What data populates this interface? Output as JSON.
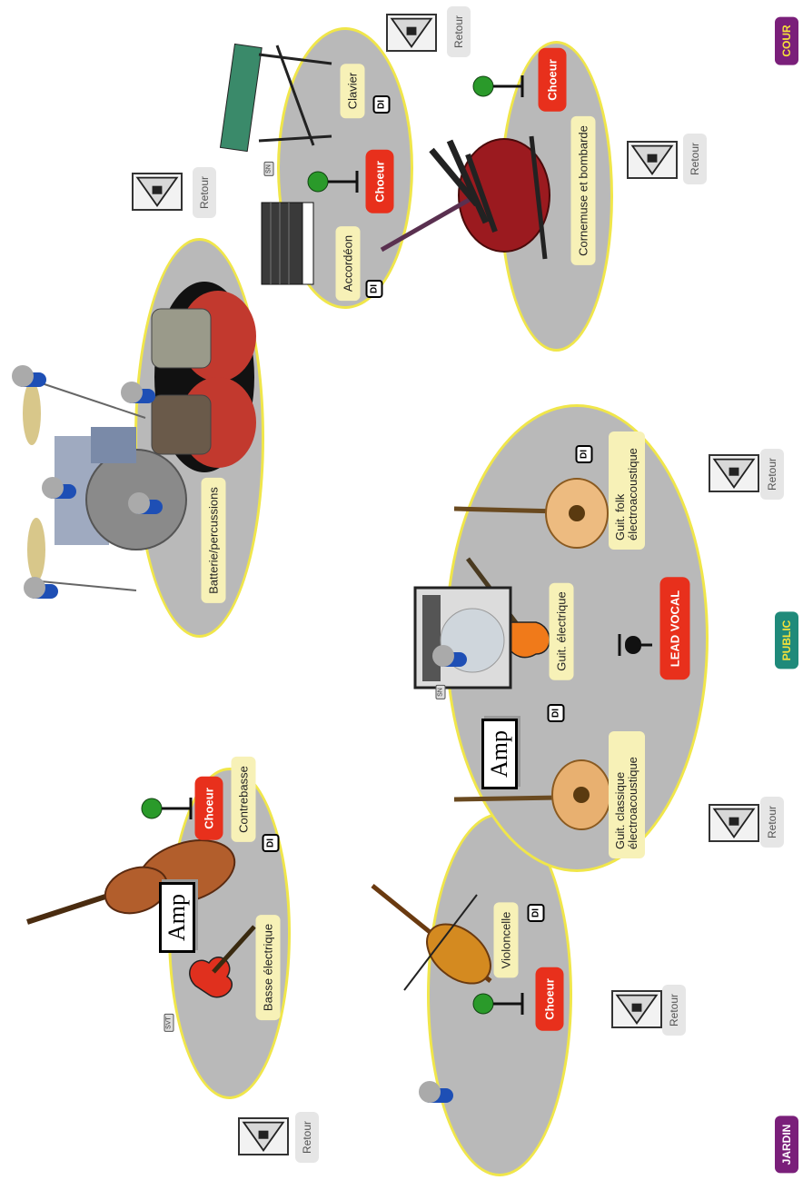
{
  "sides": {
    "jardin": "JARDIN",
    "cour": "COUR",
    "public": "PUBLIC"
  },
  "colors": {
    "zone_fill": "#b9b9b9",
    "zone_border": "#f0e64a",
    "label_bg": "#f7f1b7",
    "choeur_bg": "#e8301c",
    "side_bg": "#7a1f7a",
    "public_bg": "#1f8a7a"
  },
  "zones": {
    "basse": {
      "instrument1": "Basse électrique",
      "instrument2": "Contrebasse",
      "choeur": "Choeur",
      "di": "DI",
      "amp": "Amp",
      "amp_model": "SVT"
    },
    "batterie": {
      "instrument": "Batterie/percussions"
    },
    "clavier": {
      "accordion": "Accordéon",
      "keyboard": "Clavier",
      "choeur": "Choeur",
      "di1": "DI",
      "di2": "DI",
      "stand": "SN"
    },
    "cornemuse": {
      "instrument": "Cornemuse et bombarde",
      "choeur": "Choeur"
    },
    "violoncelle": {
      "instrument": "Violoncelle",
      "choeur": "Choeur",
      "di": "DI"
    },
    "centre": {
      "guit_classique": "Guit. classique électroacoustique",
      "guit_electrique": "Guit. électrique",
      "guit_folk": "Guit. folk électroacoustique",
      "lead_vocal": "LEAD VOCAL",
      "di1": "DI",
      "di2": "DI",
      "amp": "Amp",
      "amp_model": "SN"
    }
  },
  "monitors": [
    "Retour",
    "Retour",
    "Retour",
    "Retour",
    "Retour",
    "Retour",
    "Retour"
  ],
  "icons": [
    "speaker-wedge-icon",
    "microphone-icon",
    "mic-stand-icon",
    "stage-mic-icon"
  ]
}
